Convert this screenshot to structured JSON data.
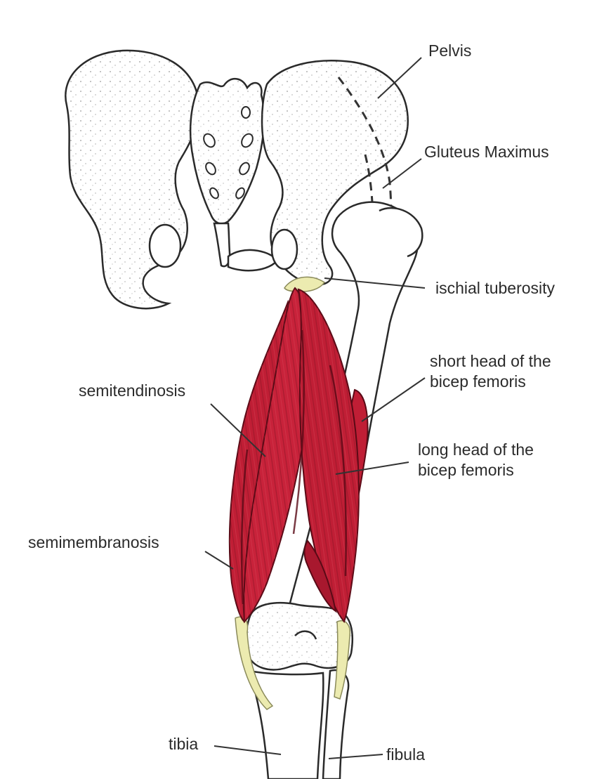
{
  "labels": {
    "pelvis": "Pelvis",
    "gluteus_maximus": "Gluteus Maximus",
    "ischial_tuberosity": "ischial tuberosity",
    "short_head": [
      "short head of the",
      "bicep femoris"
    ],
    "semitendinosis": "semitendinosis",
    "long_head": [
      "long head of the",
      "bicep femoris"
    ],
    "semimembranosis": "semimembranosis",
    "tibia": "tibia",
    "fibula": "fibula"
  },
  "colors": {
    "muscle": "#c01e35",
    "muscle_dark": "#7a0f1f",
    "tendon": "#ecebb0",
    "bone_outline": "#2a2a2a",
    "leader_line": "#333333"
  }
}
